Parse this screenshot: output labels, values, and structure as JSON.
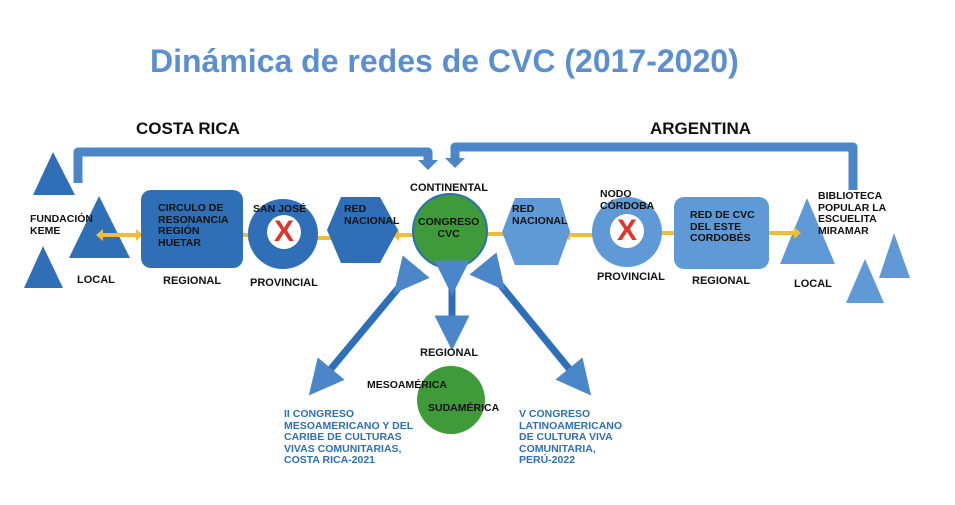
{
  "title": "Dinámica de redes de CVC (2017-2020)",
  "countries": {
    "costa_rica": "COSTA RICA",
    "argentina": "ARGENTINA"
  },
  "nodes": {
    "fundacion": "FUNDACIÓN\nKEME",
    "circulo": "CIRCULO DE\nRESONANCIA\nREGIÓN\nHUETAR",
    "san_jose": "SAN JOSÉ",
    "red_nacional_cr": "RED\nNACIONAL",
    "congreso": "CONGRESO\nCVC",
    "red_nacional_ar": "RED\nNACIONAL",
    "nodo_cordoba": "NODO\nCÓRDOBA",
    "red_cvc": "RED DE CVC\nDEL ESTE\nCORDOBÉS",
    "biblioteca": "BIBLIOTECA\nPOPULAR LA\nESCUELITA\nMIRAMAR",
    "mesoamerica": "MESOAMÉRICA",
    "sudamerica": "SUDAMÉRICA"
  },
  "levels": {
    "continental": "CONTINENTAL",
    "local_left": "LOCAL",
    "regional_left": "REGIONAL",
    "provincial_left": "PROVINCIAL",
    "provincial_right": "PROVINCIAL",
    "regional_right": "REGIONAL",
    "local_right": "LOCAL",
    "regional_center": "REGIONAL"
  },
  "events": {
    "congreso_meso": "II CONGRESO\nMESOAMERICANO Y DEL\nCARIBE DE CULTURAS\nVIVAS COMUNITARIAS,\nCOSTA RICA-2021",
    "congreso_latam": "V CONGRESO\nLATINOAMERICANO\nDE CULTURA VIVA\nCOMUNITARIA,\nPERÚ-2022"
  },
  "marks": {
    "x": "X"
  },
  "colors": {
    "title": "#5b8fd0",
    "dark_blue": "#2f6fb8",
    "mid_blue": "#4a86c8",
    "light_blue": "#5f9ad6",
    "green": "#3f9a3a",
    "arrow_yellow": "#f0bd3a",
    "cross_red": "#e0352b",
    "event_text": "#2f6fb8"
  }
}
